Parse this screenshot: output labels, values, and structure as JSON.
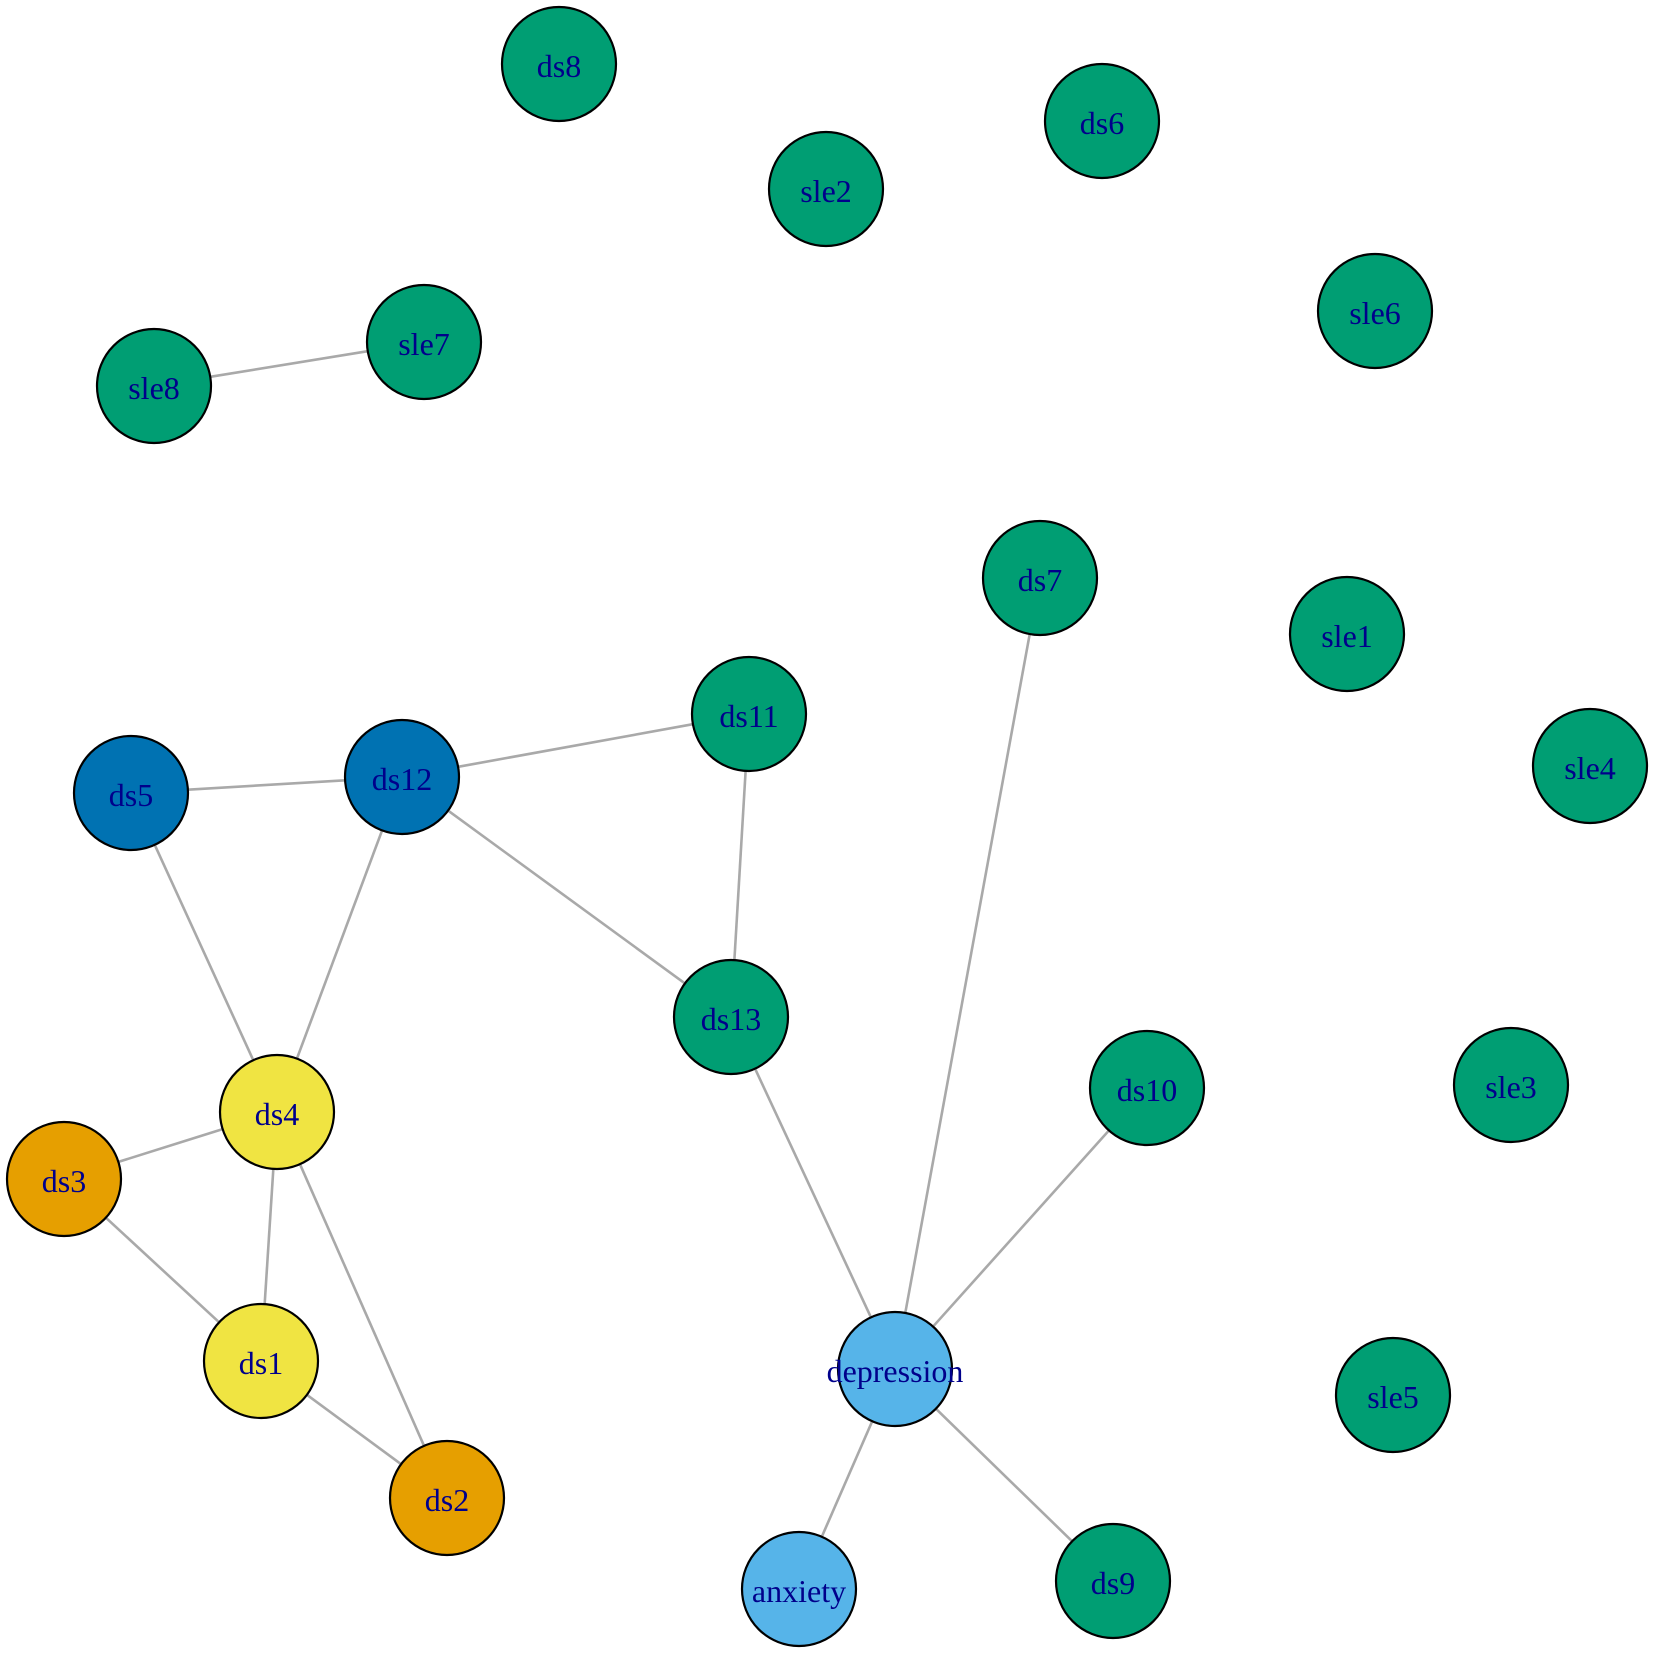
{
  "colors": {
    "green": "#009e73",
    "dark_blue": "#0072b2",
    "yellow": "#f0e442",
    "orange": "#e69f00",
    "light_blue": "#56b4e9",
    "edge": "#a9a9a9",
    "label": "#00008b"
  },
  "nodes": [
    {
      "id": "ds8",
      "label": "ds8",
      "color": "green"
    },
    {
      "id": "ds6",
      "label": "ds6",
      "color": "green"
    },
    {
      "id": "sle2",
      "label": "sle2",
      "color": "green"
    },
    {
      "id": "sle6",
      "label": "sle6",
      "color": "green"
    },
    {
      "id": "sle7",
      "label": "sle7",
      "color": "green"
    },
    {
      "id": "sle8",
      "label": "sle8",
      "color": "green"
    },
    {
      "id": "ds7",
      "label": "ds7",
      "color": "green"
    },
    {
      "id": "sle1",
      "label": "sle1",
      "color": "green"
    },
    {
      "id": "ds11",
      "label": "ds11",
      "color": "green"
    },
    {
      "id": "sle4",
      "label": "sle4",
      "color": "green"
    },
    {
      "id": "ds5",
      "label": "ds5",
      "color": "dark_blue"
    },
    {
      "id": "ds12",
      "label": "ds12",
      "color": "dark_blue"
    },
    {
      "id": "ds13",
      "label": "ds13",
      "color": "green"
    },
    {
      "id": "ds10",
      "label": "ds10",
      "color": "green"
    },
    {
      "id": "sle3",
      "label": "sle3",
      "color": "green"
    },
    {
      "id": "ds4",
      "label": "ds4",
      "color": "yellow"
    },
    {
      "id": "ds3",
      "label": "ds3",
      "color": "orange"
    },
    {
      "id": "ds1",
      "label": "ds1",
      "color": "yellow"
    },
    {
      "id": "depression",
      "label": "depression",
      "color": "light_blue"
    },
    {
      "id": "sle5",
      "label": "sle5",
      "color": "green"
    },
    {
      "id": "ds2",
      "label": "ds2",
      "color": "orange"
    },
    {
      "id": "anxiety",
      "label": "anxiety",
      "color": "light_blue"
    },
    {
      "id": "ds9",
      "label": "ds9",
      "color": "green"
    }
  ],
  "edges": [
    [
      "sle8",
      "sle7"
    ],
    [
      "ds5",
      "ds12"
    ],
    [
      "ds12",
      "ds11"
    ],
    [
      "ds11",
      "ds13"
    ],
    [
      "ds12",
      "ds13"
    ],
    [
      "ds5",
      "ds4"
    ],
    [
      "ds12",
      "ds4"
    ],
    [
      "ds4",
      "ds3"
    ],
    [
      "ds4",
      "ds1"
    ],
    [
      "ds4",
      "ds2"
    ],
    [
      "ds3",
      "ds1"
    ],
    [
      "ds1",
      "ds2"
    ],
    [
      "ds13",
      "depression"
    ],
    [
      "ds7",
      "depression"
    ],
    [
      "ds10",
      "depression"
    ],
    [
      "depression",
      "anxiety"
    ],
    [
      "depression",
      "ds9"
    ]
  ]
}
